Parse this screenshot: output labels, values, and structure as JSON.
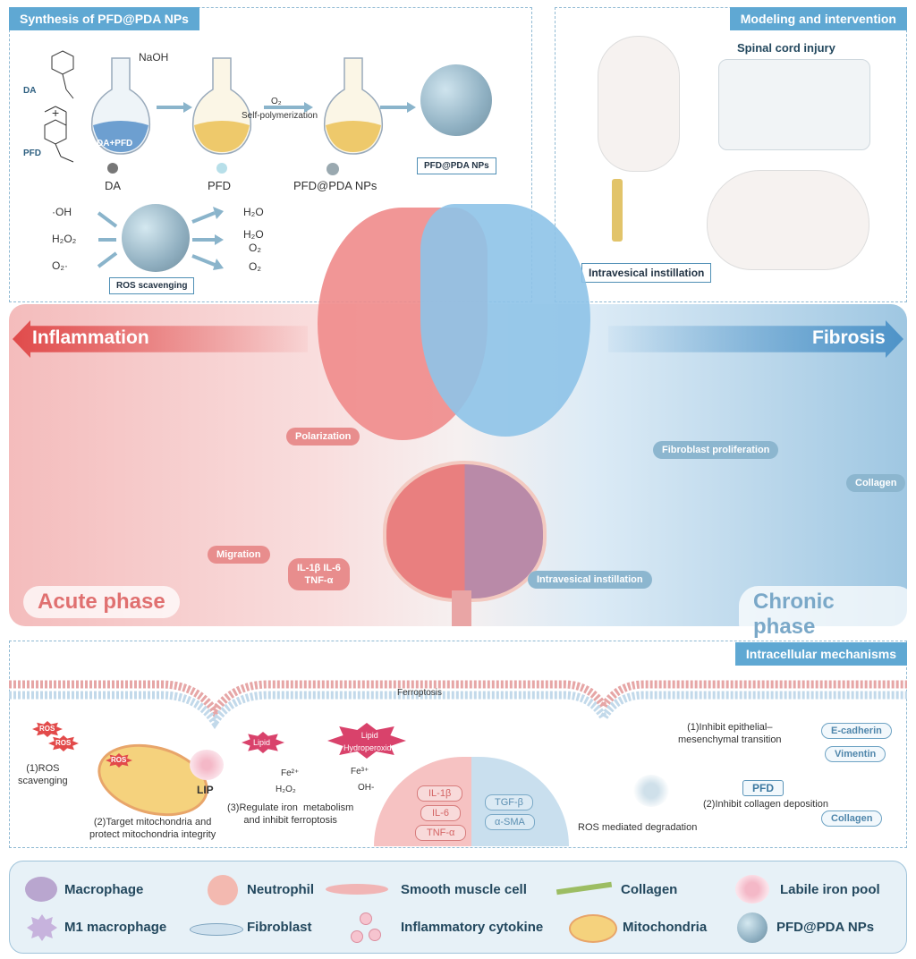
{
  "synthesis": {
    "header": "Synthesis of PFD@PDA NPs",
    "naoh": "NaOH",
    "da_label": "DA",
    "pfd_label": "PFD",
    "flask1_label": "DA+PFD",
    "o2_label": "O₂",
    "self_poly": "Self-polymerization",
    "nps_box": "PFD@PDA NPs",
    "under_da": "DA",
    "under_pfd": "PFD",
    "under_nps": "PFD@PDA NPs",
    "ros_oh": "·OH",
    "ros_h2o2": "H₂O₂",
    "ros_o2": "O₂·",
    "prod_h2o_1": "H₂O",
    "prod_h2o_2": "H₂O",
    "prod_o2_1": "O₂",
    "prod_o2_2": "O₂",
    "ros_box": "ROS scavenging"
  },
  "modeling": {
    "header": "Modeling and intervention",
    "sci": "Spinal cord injury",
    "instill_box": "Intravesical instillation"
  },
  "middle": {
    "inflammation": "Inflammation",
    "fibrosis": "Fibrosis",
    "polarization": "Polarization",
    "migration": "Migration",
    "cytokines": "IL-1β IL-6\nTNF-α",
    "fib_prolif": "Fibroblast proliferation",
    "collagen": "Collagen",
    "instill": "Intravesical instillation",
    "acute": "Acute phase",
    "chronic": "Chronic phase"
  },
  "mechanisms": {
    "header": "Intracellular mechanisms",
    "ferroptosis": "Ferroptosis",
    "ros1": "ROS",
    "ros2": "ROS",
    "ros3": "ROS",
    "ros_scav": "(1)ROS\nscavenging",
    "lip": "LIP",
    "lipid": "Lipid",
    "lipid_hp": "Lipid\nHydroperoxide",
    "fe2": "Fe²⁺",
    "fe3": "Fe³⁺",
    "h2o2": "H₂O₂",
    "oh": "OH-",
    "target_mito": "(2)Target mitochondria and\nprotect mitochondria integrity",
    "regulate": "(3)Regulate iron  metabolism\nand inhibit ferroptosis",
    "il1b": "IL-1β",
    "il6": "IL-6",
    "tnfa": "TNF-α",
    "tgfb": "TGF-β",
    "asma": "α-SMA",
    "emt": "(1)Inhibit epithelial–\nmesenchymal transition",
    "ecad": "E-cadherin",
    "vim": "Vimentin",
    "pfd": "PFD",
    "inhibit_col": "(2)Inhibit  collagen deposition",
    "ros_deg": "ROS mediated degradation",
    "collagen_marker": "Collagen"
  },
  "legend": {
    "macrophage": "Macrophage",
    "neutrophil": "Neutrophil",
    "smooth": "Smooth muscle cell",
    "collagen": "Collagen",
    "lip": "Labile iron pool",
    "m1": "M1 macrophage",
    "fibroblast": "Fibroblast",
    "cytokine": "Inflammatory cytokine",
    "mito": "Mitochondria",
    "nps": "PFD@PDA NPs"
  }
}
